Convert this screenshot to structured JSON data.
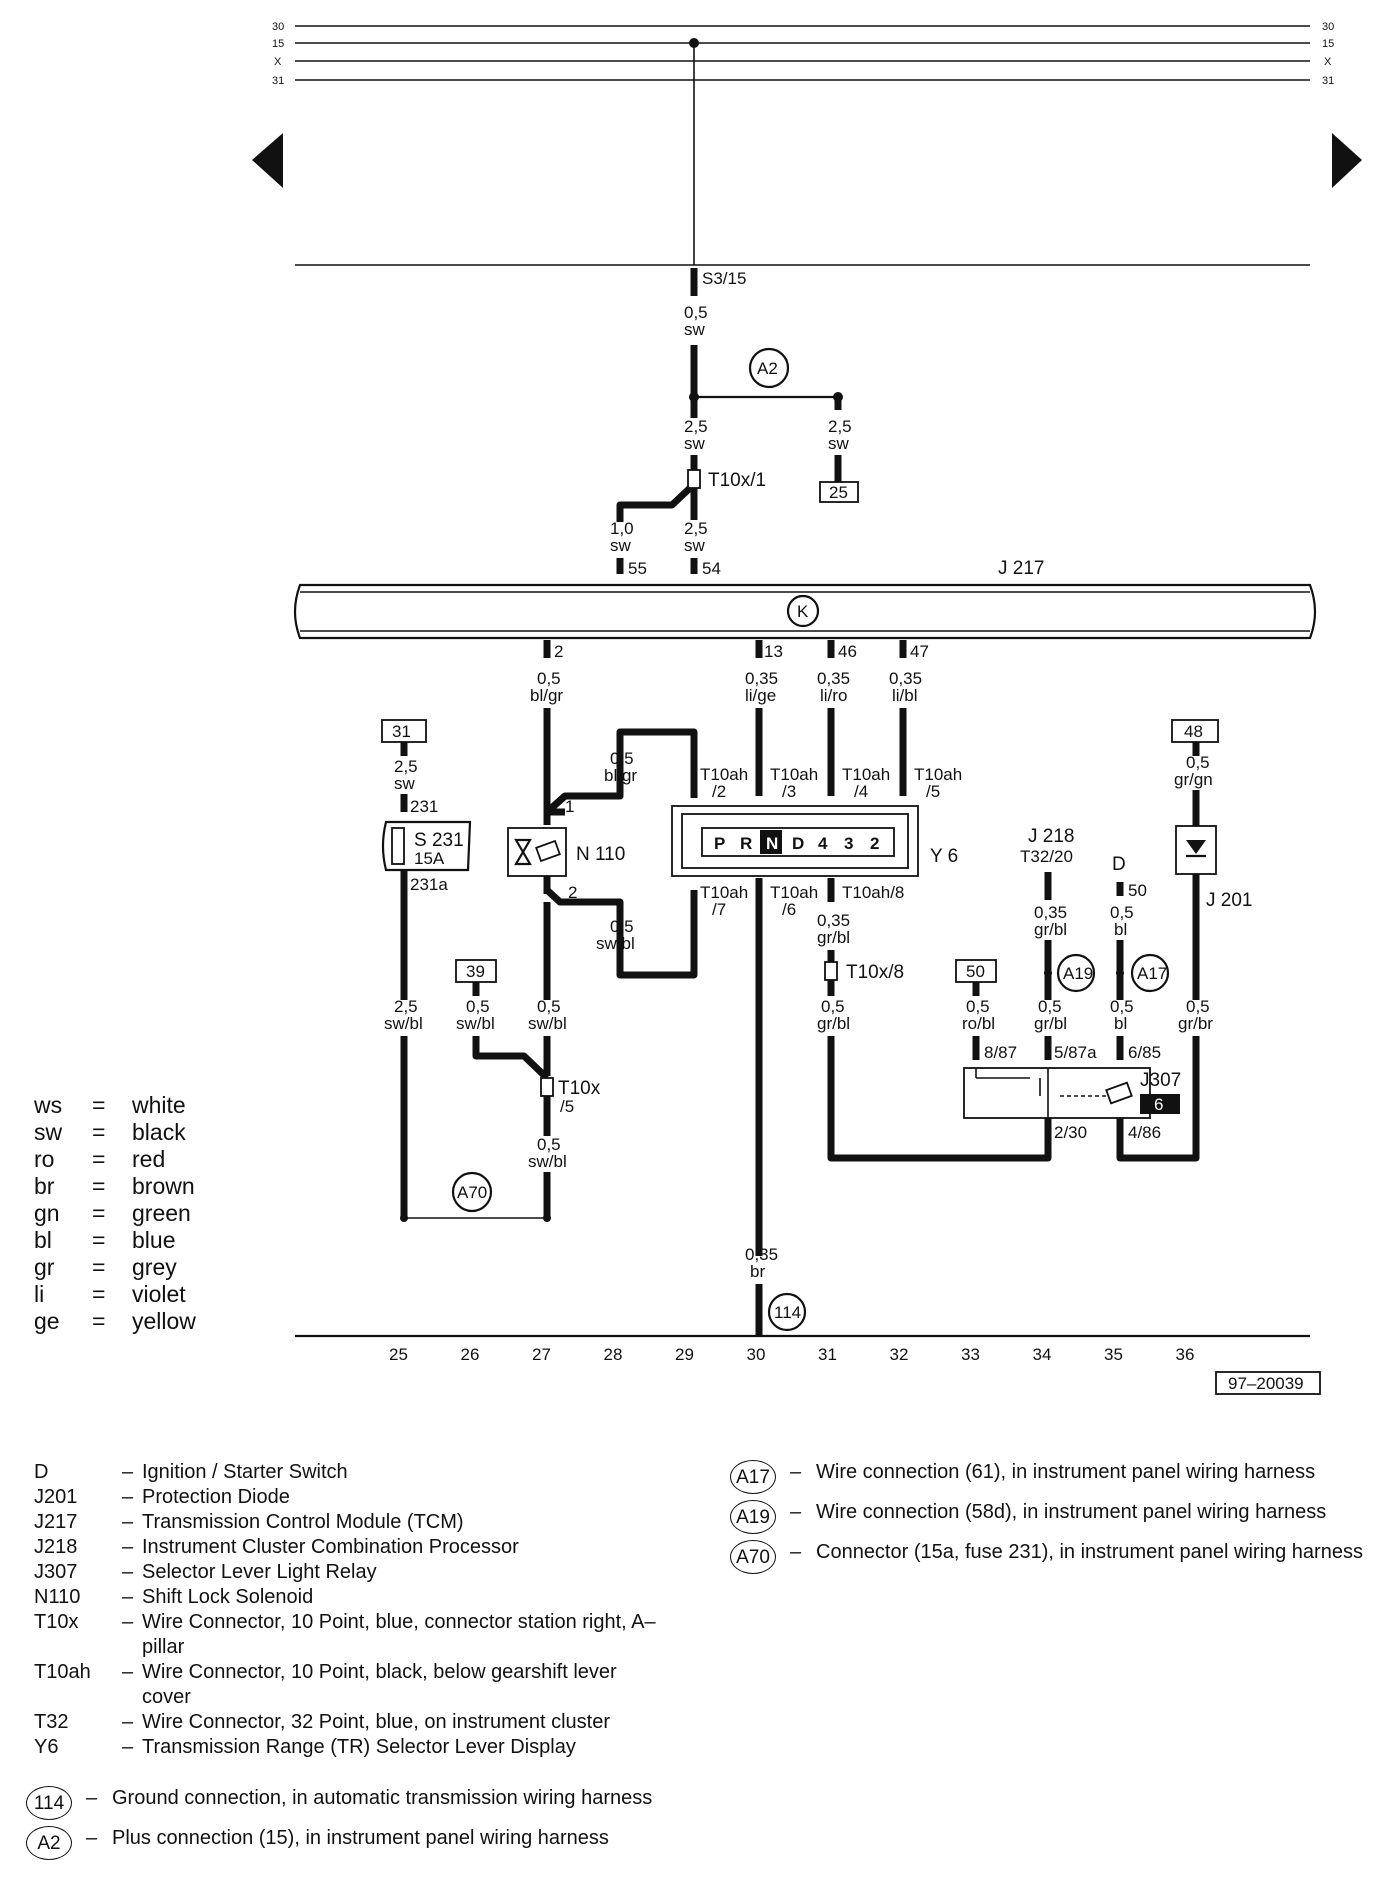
{
  "bus_labels": [
    "30",
    "15",
    "X",
    "31"
  ],
  "wire_labels": {
    "s3_15": "S3/15",
    "w_0_5_sw_a": "0,5",
    "w_sw_a": "sw",
    "w_2_5_sw_a": "2,5",
    "w_sw_b": "sw",
    "w_2_5_sw_c": "2,5",
    "w_sw_c": "sw",
    "t10x_1": "T10x/1",
    "w_1_0": "1,0",
    "w_sw_d": "sw",
    "w_2_5_e": "2,5",
    "w_sw_e": "sw",
    "pin55": "55",
    "pin54": "54",
    "j217": "J 217",
    "pin2": "2",
    "pin13": "13",
    "pin46": "46",
    "pin47": "47",
    "w2_size": "0,5",
    "w2_color": "bl/gr",
    "w13_size": "0,35",
    "w13_color": "li/ge",
    "w46_size": "0,35",
    "w46_color": "li/ro",
    "w47_size": "0,35",
    "w47_color": "li/bl",
    "box31": "31",
    "w31_size": "2,5",
    "w31_color": "sw",
    "pin231": "231",
    "s231": "S 231",
    "s231_amp": "15A",
    "pin231a": "231a",
    "n110": "N 110",
    "n110_pin1": "1",
    "n110_pin2": "2",
    "wn_up_size": "0,5",
    "wn_up_color": "bl/gr",
    "wn_dn_size": "0,5",
    "wn_dn_color": "sw/bl",
    "t10ah_2": "T10ah",
    "t10ah_2b": "/2",
    "t10ah_3": "T10ah",
    "t10ah_3b": "/3",
    "t10ah_4": "T10ah",
    "t10ah_4b": "/4",
    "t10ah_5": "T10ah",
    "t10ah_5b": "/5",
    "y6": "Y 6",
    "t10ah_7": "T10ah",
    "t10ah_7b": "/7",
    "t10ah_6": "T10ah",
    "t10ah_6b": "/6",
    "t10ah_8": "T10ah/8",
    "w8_size": "0,35",
    "w8_color": "gr/bl",
    "t10x_8": "T10x/8",
    "w8b_size": "0,5",
    "w8b_color": "gr/bl",
    "box39": "39",
    "w39_size": "0,5",
    "w39_color": "sw/bl",
    "w27_size": "0,5",
    "w27_color": "sw/bl",
    "w25_size": "2,5",
    "w25_color": "sw/bl",
    "t10x_5": "T10x",
    "t10x_5b": "/5",
    "w27b_size": "0,5",
    "w27b_color": "sw/bl",
    "a70": "A70",
    "w30_size": "0,35",
    "w30_color": "br",
    "g114": "114",
    "j218": "J 218",
    "t32_20": "T32/20",
    "w34_size": "0,35",
    "w34_color": "gr/bl",
    "d": "D",
    "pin50": "50",
    "w35_size": "0,5",
    "w35_color": "bl",
    "a19": "A19",
    "a17": "A17",
    "box50": "50",
    "w50_size": "0,5",
    "w50_color": "ro/bl",
    "w34b_size": "0,5",
    "w34b_color": "gr/bl",
    "w35b_size": "0,5",
    "w35b_color": "bl",
    "box48": "48",
    "w48_size": "0,5",
    "w48_color": "gr/gn",
    "j201": "J 201",
    "w36_size": "0,5",
    "w36_color": "gr/br",
    "pin8_87": "8/87",
    "pin5_87a": "5/87a",
    "pin6_85": "6/85",
    "j307": "J307",
    "j307_num": "6",
    "pin2_30": "2/30",
    "pin4_86": "4/86",
    "k": "K",
    "box25": "25",
    "figure_id": "97–20039"
  },
  "selector_display": [
    "P",
    "R",
    "N",
    "D",
    "4",
    "3",
    "2"
  ],
  "track_numbers": [
    "25",
    "26",
    "27",
    "28",
    "29",
    "30",
    "31",
    "32",
    "33",
    "34",
    "35",
    "36"
  ],
  "color_legend": [
    {
      "code": "ws",
      "name": "white"
    },
    {
      "code": "sw",
      "name": "black"
    },
    {
      "code": "ro",
      "name": "red"
    },
    {
      "code": "br",
      "name": "brown"
    },
    {
      "code": "gn",
      "name": "green"
    },
    {
      "code": "bl",
      "name": "blue"
    },
    {
      "code": "gr",
      "name": "grey"
    },
    {
      "code": "li",
      "name": "violet"
    },
    {
      "code": "ge",
      "name": "yellow"
    }
  ],
  "component_key": [
    {
      "code": "D",
      "desc": "Ignition / Starter Switch"
    },
    {
      "code": "J201",
      "desc": "Protection Diode"
    },
    {
      "code": "J217",
      "desc": "Transmission Control Module (TCM)"
    },
    {
      "code": "J218",
      "desc": "Instrument Cluster Combination Processor"
    },
    {
      "code": "J307",
      "desc": "Selector Lever Light Relay"
    },
    {
      "code": "N110",
      "desc": "Shift Lock Solenoid"
    },
    {
      "code": "T10x",
      "desc": "Wire Connector, 10 Point, blue, connector station right, A–pillar"
    },
    {
      "code": "T10ah",
      "desc": "Wire Connector, 10 Point, black, below gearshift lever cover"
    },
    {
      "code": "T32",
      "desc": "Wire Connector, 32 Point, blue, on instrument cluster"
    },
    {
      "code": "Y6",
      "desc": "Transmission Range (TR) Selector Lever Display"
    }
  ],
  "circle_key_left": [
    {
      "code": "114",
      "desc": "Ground connection, in automatic transmission wiring harness"
    },
    {
      "code": "A2",
      "desc": "Plus connection (15), in instrument panel wiring harness"
    }
  ],
  "circle_key_right": [
    {
      "code": "A17",
      "desc": "Wire connection (61), in instrument panel wiring harness"
    },
    {
      "code": "A19",
      "desc": "Wire connection (58d), in instrument panel wiring harness"
    },
    {
      "code": "A70",
      "desc": "Connector (15a, fuse 231), in instrument panel wiring harness"
    }
  ]
}
